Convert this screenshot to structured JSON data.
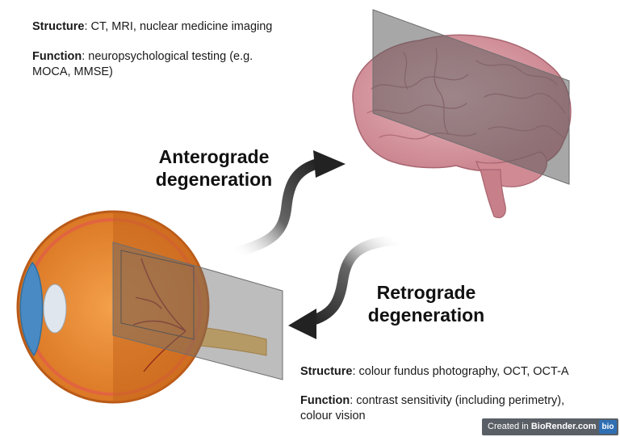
{
  "brain_info": {
    "structure_label": "Structure",
    "structure_text": ": CT, MRI, nuclear medicine imaging",
    "function_label": "Function",
    "function_text_line1": ": neuropsychological testing (e.g.",
    "function_text_line2": "MOCA, MMSE)"
  },
  "eye_info": {
    "structure_label": "Structure",
    "structure_text": ": colour fundus photography, OCT, OCT-A",
    "function_label": "Function",
    "function_text_line1": ": contrast sensitivity (including perimetry),",
    "function_text_line2": "colour vision"
  },
  "arrows": {
    "anterograde_line1": "Anterograde",
    "anterograde_line2": "degeneration",
    "retrograde_line1": "Retrograde",
    "retrograde_line2": "degeneration"
  },
  "badge": {
    "prefix": "Created in ",
    "brand": "BioRender.com",
    "logo": "bio"
  },
  "colors": {
    "brain": "#d99aa3",
    "brain_dark": "#b86f7a",
    "plane": "#6e6e6e",
    "eye_outer": "#f08a2c",
    "eye_inner": "#c8651b",
    "cornea": "#4a8ac4",
    "arrow_dark": "#222222"
  },
  "icons": [
    "brain-illustration",
    "eye-illustration",
    "curved-arrow-icon"
  ]
}
